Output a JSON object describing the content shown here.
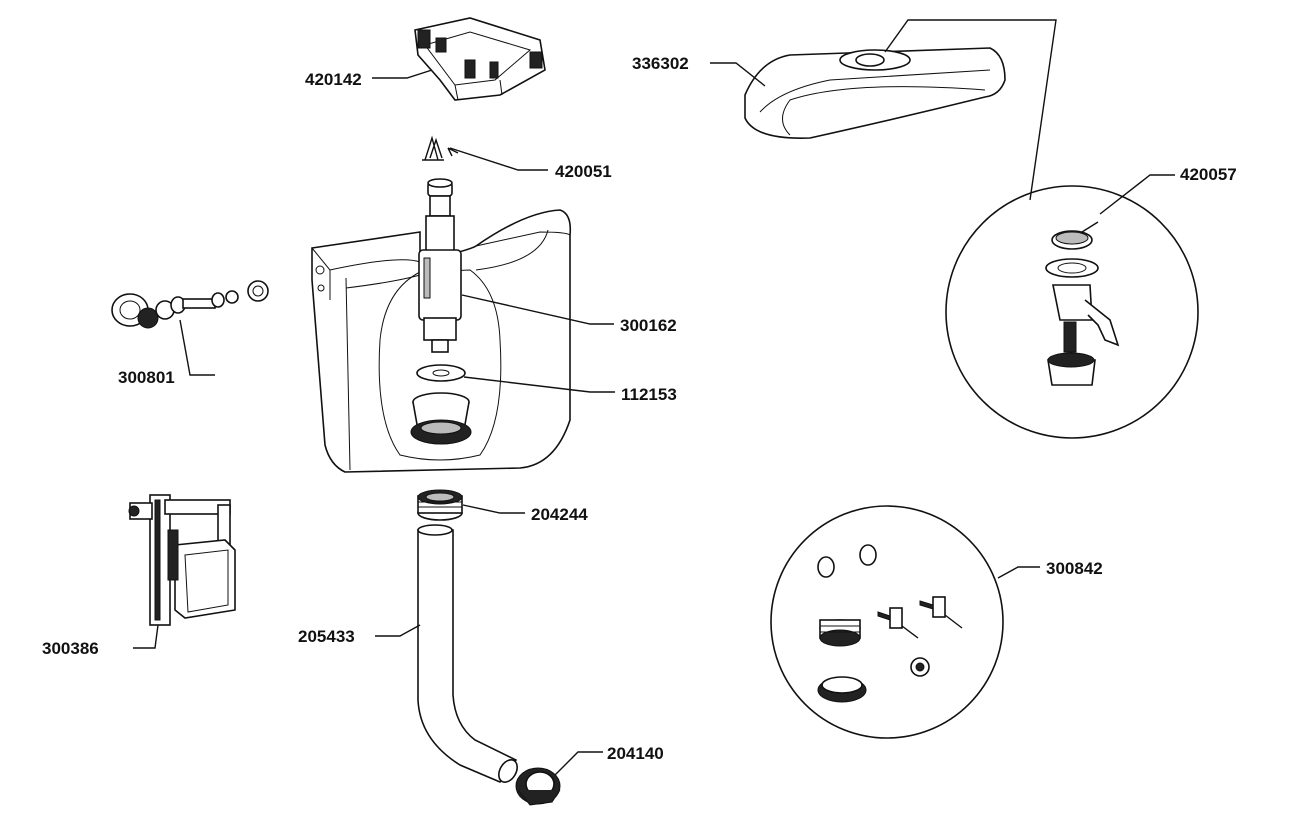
{
  "parts": [
    {
      "id": "lid-clamp",
      "code": "420142"
    },
    {
      "id": "clip",
      "code": "420051"
    },
    {
      "id": "cover",
      "code": "336302"
    },
    {
      "id": "push-button-set",
      "code": "420057"
    },
    {
      "id": "overflow-valve",
      "code": "300162"
    },
    {
      "id": "inlet-connector",
      "code": "300801"
    },
    {
      "id": "seal-ring",
      "code": "112153"
    },
    {
      "id": "nut-seal",
      "code": "204244"
    },
    {
      "id": "fill-valve",
      "code": "300386"
    },
    {
      "id": "flush-pipe",
      "code": "205433"
    },
    {
      "id": "pipe-seal",
      "code": "204140"
    },
    {
      "id": "fixing-kit",
      "code": "300842"
    }
  ]
}
